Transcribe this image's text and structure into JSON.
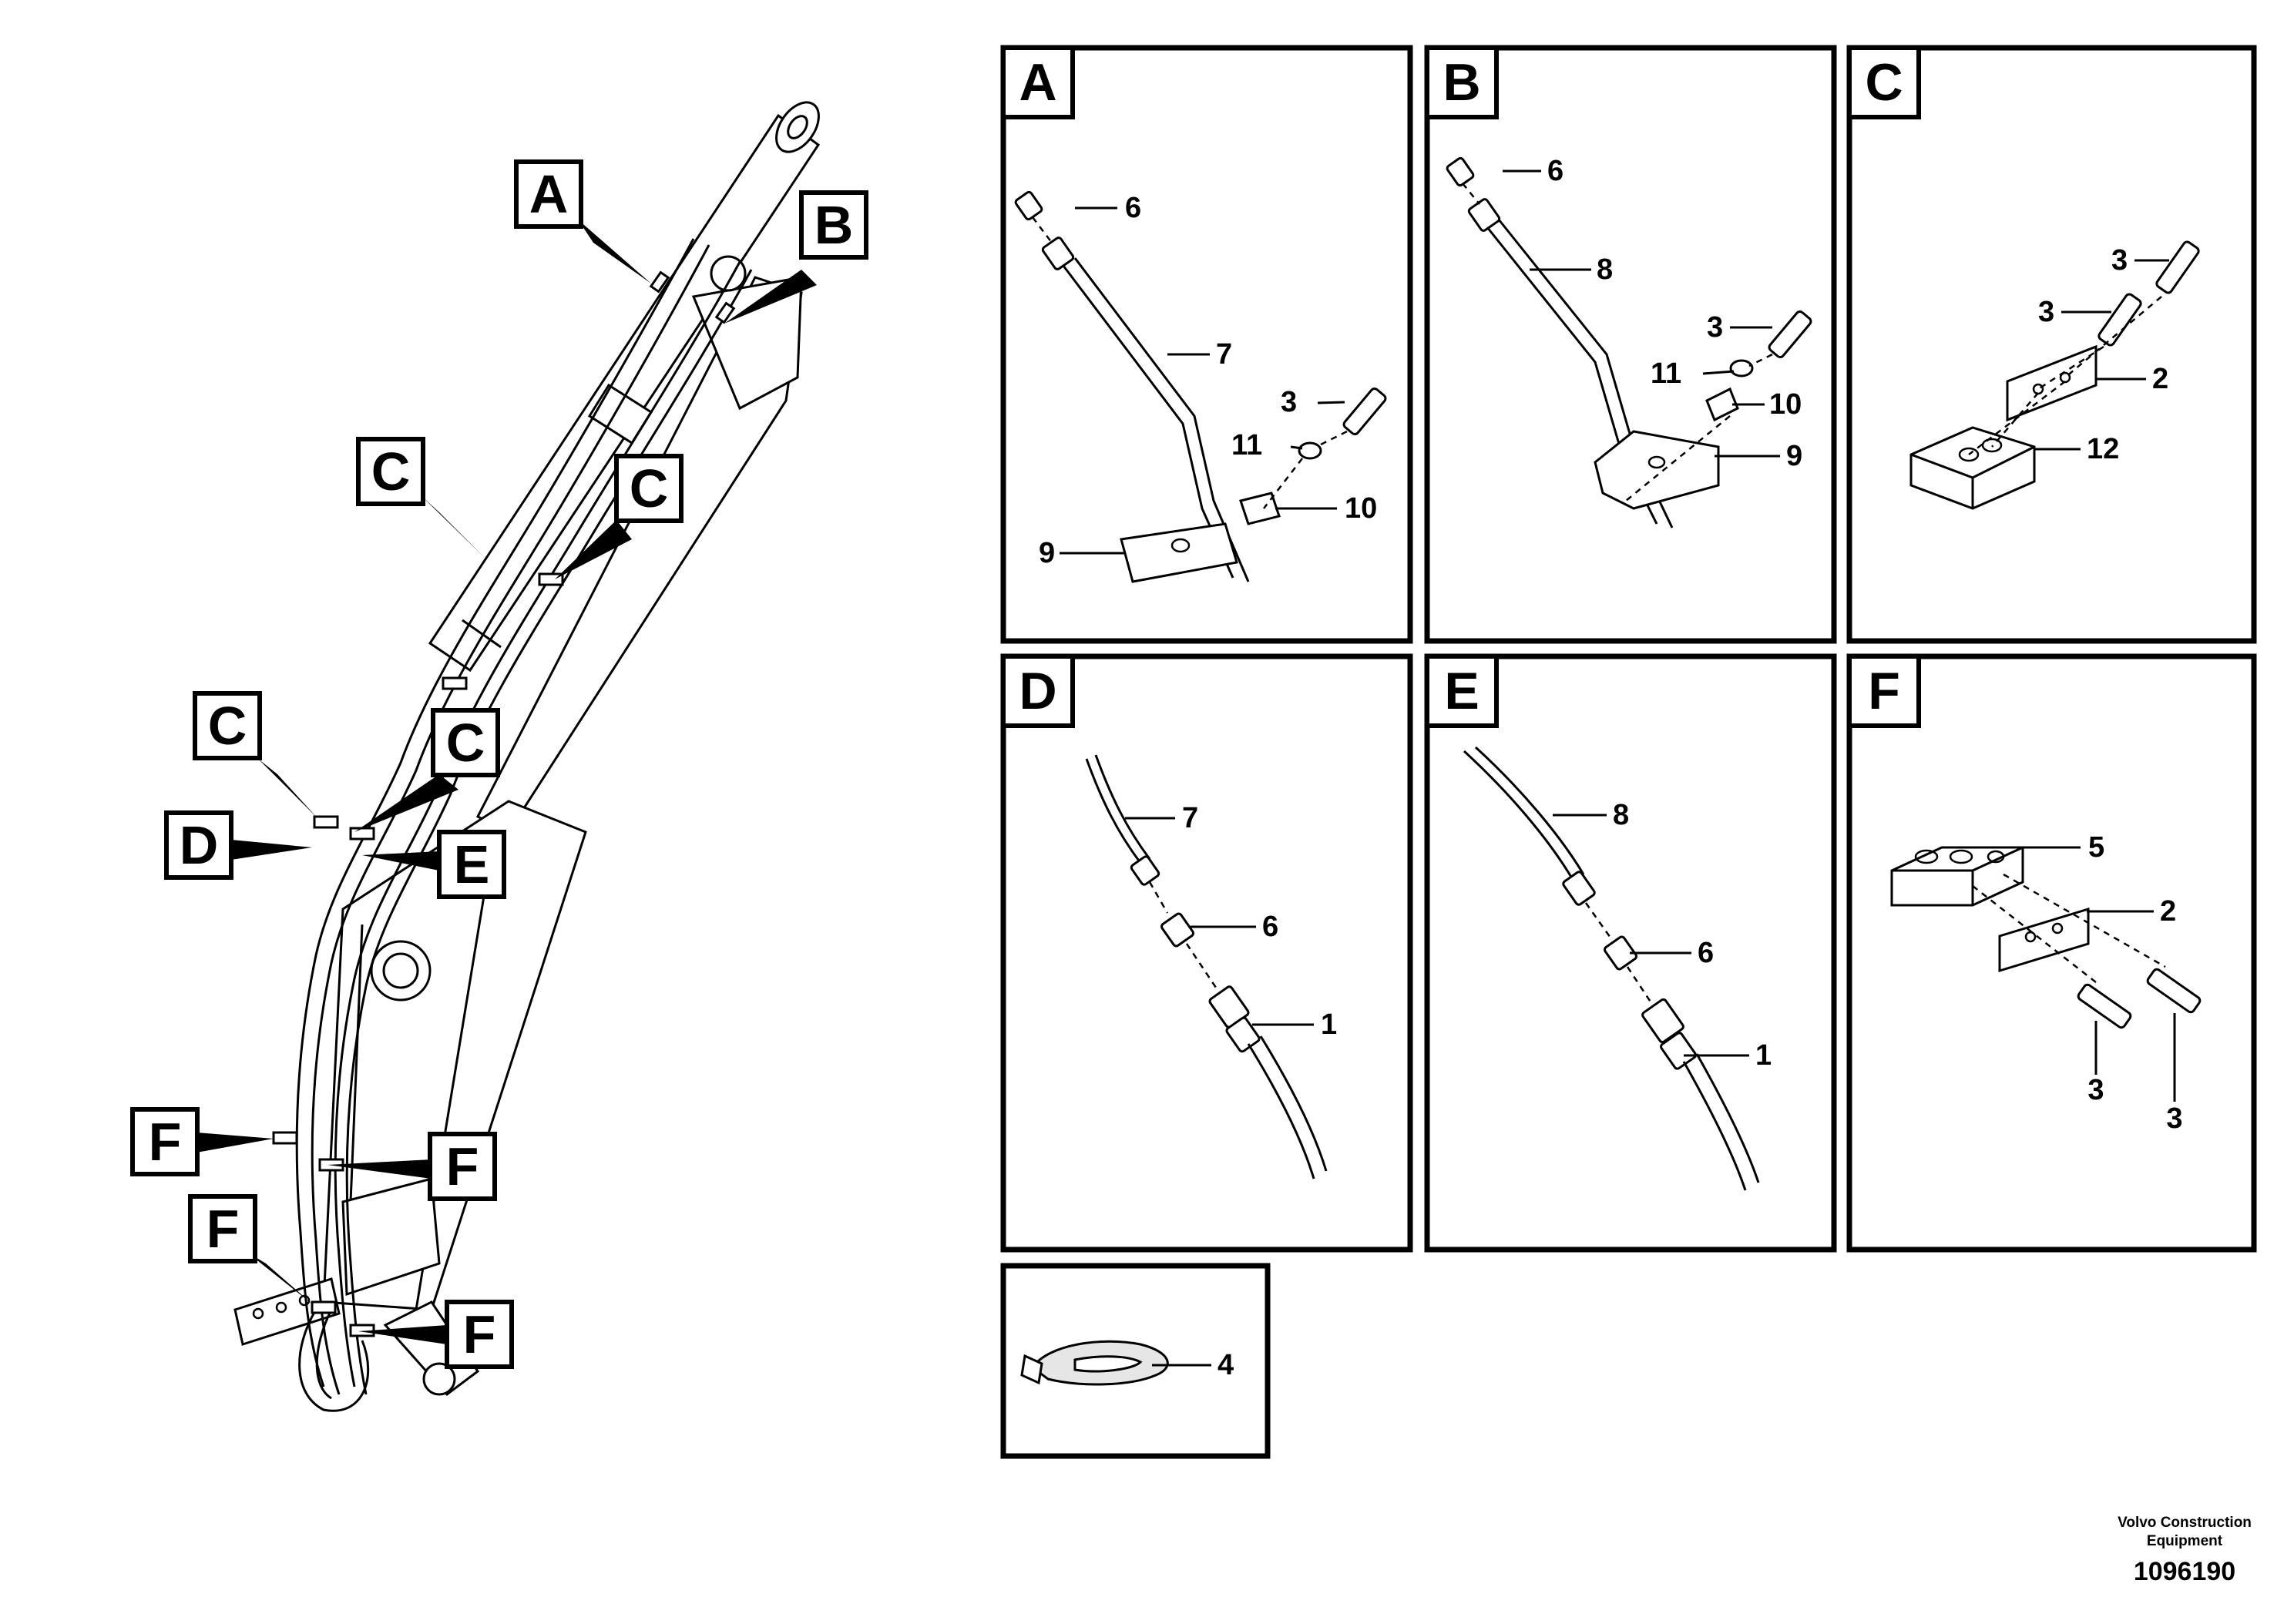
{
  "callouts": [
    "A",
    "B",
    "C",
    "C",
    "C",
    "C",
    "D",
    "E",
    "F",
    "F",
    "F",
    "F"
  ],
  "panels": {
    "A": {
      "tag": "A",
      "parts": [
        "6",
        "7",
        "3",
        "11",
        "10",
        "9"
      ]
    },
    "B": {
      "tag": "B",
      "parts": [
        "6",
        "8",
        "3",
        "11",
        "10",
        "9"
      ]
    },
    "C": {
      "tag": "C",
      "parts": [
        "3",
        "3",
        "2",
        "12"
      ]
    },
    "D": {
      "tag": "D",
      "parts": [
        "7",
        "6",
        "1"
      ]
    },
    "E": {
      "tag": "E",
      "parts": [
        "8",
        "6",
        "1"
      ]
    },
    "F": {
      "tag": "F",
      "parts": [
        "5",
        "2",
        "3",
        "3"
      ]
    },
    "G": {
      "parts": [
        "4"
      ]
    }
  },
  "footer": {
    "company_line1": "Volvo Construction",
    "company_line2": "Equipment",
    "drawing_number": "1096190"
  }
}
